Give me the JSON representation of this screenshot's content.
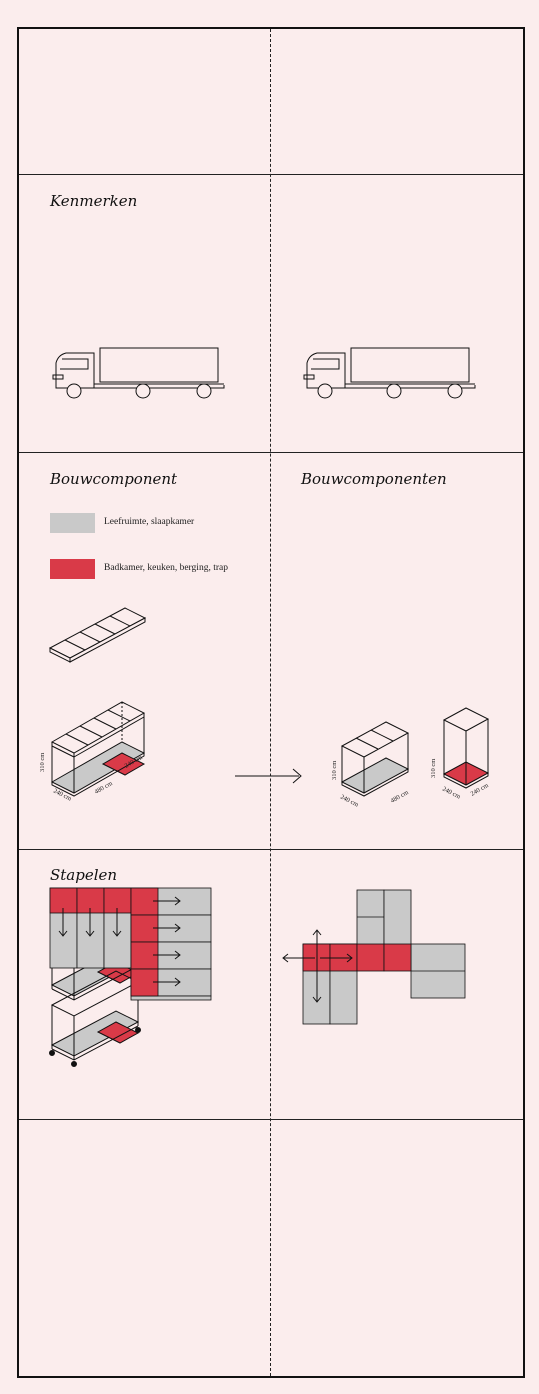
{
  "sections": {
    "kenmerken": {
      "title": "Kenmerken"
    },
    "bouwcomponent": {
      "title": "Bouwcomponent"
    },
    "bouwcomponenten": {
      "title": "Bouwcomponenten"
    },
    "stapelen": {
      "title": "Stapelen"
    }
  },
  "legend": [
    {
      "label": "Leefruimte, slaapkamer",
      "color": "#c9c9c9"
    },
    {
      "label": "Badkamer, keuken, berging, trap",
      "color": "#d93a48"
    }
  ],
  "dimensions": {
    "height": "310 cm",
    "width": "240 cm",
    "length": "480 cm",
    "depth": "240 cm"
  },
  "colors": {
    "background": "#fbeded",
    "living": "#c9c9c9",
    "wet": "#d93a48",
    "line": "#111111"
  }
}
